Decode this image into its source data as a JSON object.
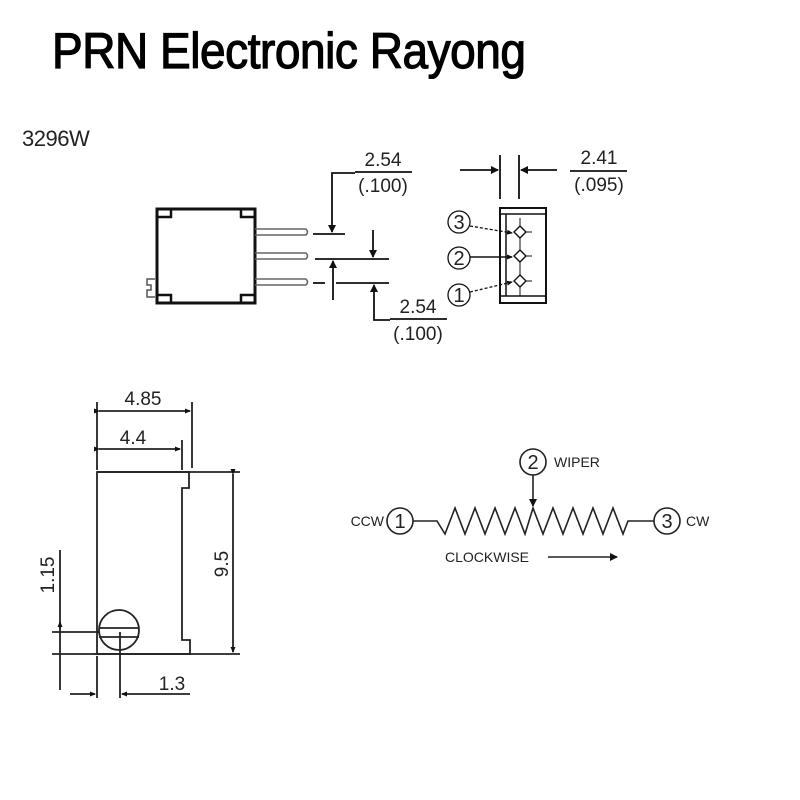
{
  "header": {
    "title": "PRN Electronic Rayong",
    "model": "3296W"
  },
  "pin_dimensions": {
    "pitch_top": {
      "mm": "2.54",
      "inch": "(.100)"
    },
    "pitch_bottom": {
      "mm": "2.54",
      "inch": "(.100)"
    },
    "pin_row_width": {
      "mm": "2.41",
      "inch": "(.095)"
    }
  },
  "end_view": {
    "pins": [
      "3",
      "2",
      "1"
    ]
  },
  "body_dimensions": {
    "overall_width": "4.85",
    "body_width": "4.4",
    "height": "9.5",
    "adjuster_height": "1.15",
    "adjuster_offset": "1.3"
  },
  "schematic": {
    "pin1": {
      "number": "1",
      "label": "CCW"
    },
    "pin2": {
      "number": "2",
      "label": "WIPER"
    },
    "pin3": {
      "number": "3",
      "label": "CW"
    },
    "direction_label": "CLOCKWISE"
  }
}
